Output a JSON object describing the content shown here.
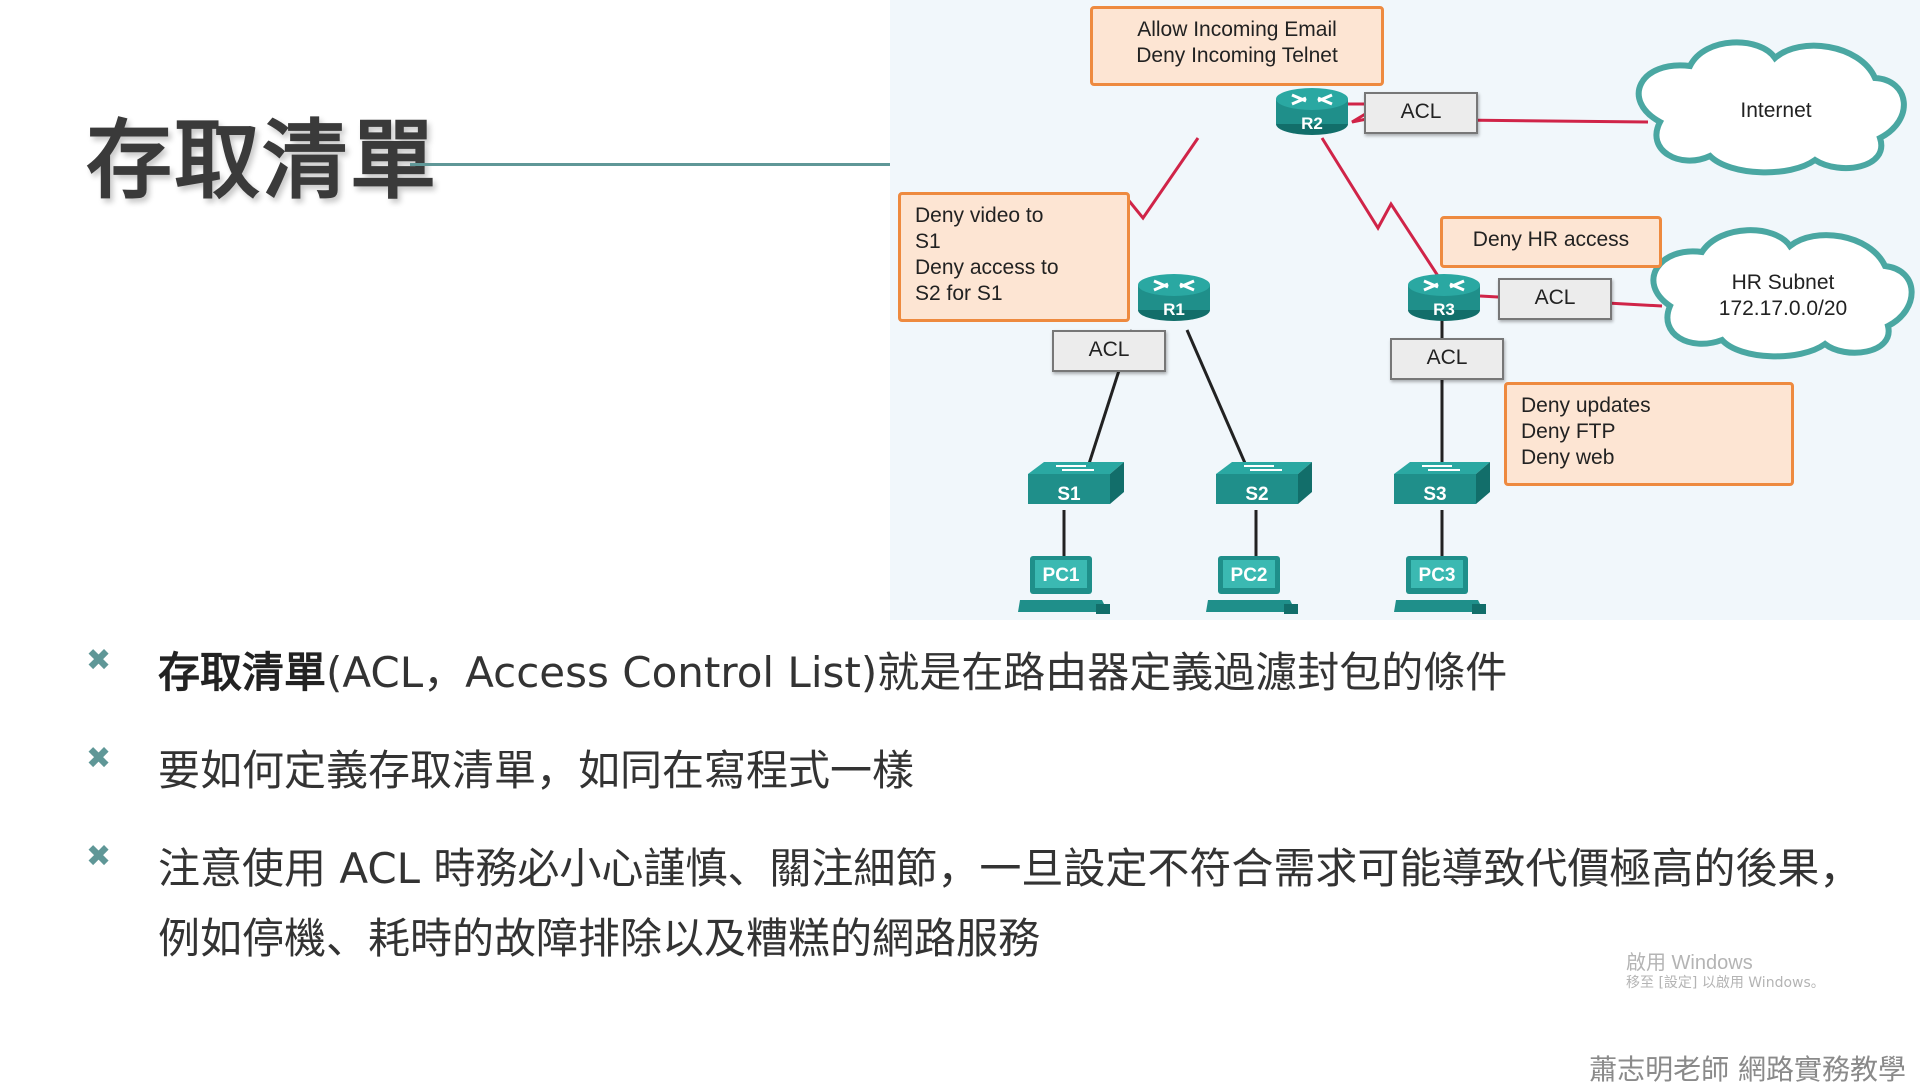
{
  "title": "存取清單",
  "diagram": {
    "notes": {
      "r2": "Allow Incoming Email\nDeny Incoming Telnet",
      "r1": "Deny video to\nS1\nDeny access to\nS2 for S1",
      "r3_hr": "Deny HR access",
      "r3_s3": "Deny updates\nDeny FTP\nDeny web"
    },
    "acl_label": "ACL",
    "clouds": {
      "internet": "Internet",
      "hr_subnet": "HR Subnet\n172.17.0.0/20"
    },
    "routers": [
      "R1",
      "R2",
      "R3"
    ],
    "switches": [
      "S1",
      "S2",
      "S3"
    ],
    "pcs": [
      "PC1",
      "PC2",
      "PC3"
    ],
    "colors": {
      "device": "#1f8f8a",
      "link_red": "#d02448",
      "note_fill": "#fde5d3",
      "note_border": "#ee8a3f",
      "cloud_stroke": "#4aa7a2"
    }
  },
  "bullets": [
    {
      "bold": "存取清單",
      "text": "(ACL，Access Control List)就是在路由器定義過濾封包的條件"
    },
    {
      "bold": "",
      "text": "要如何定義存取清單，如同在寫程式一樣"
    },
    {
      "bold": "",
      "text": "注意使用 ACL 時務必小心謹慎、關注細節，一旦設定不符合需求可能導致代價極高的後果，例如停機、耗時的故障排除以及糟糕的網路服務"
    }
  ],
  "bullet_icon": "x-mark-icon",
  "watermark": {
    "line1": "啟用 Windows",
    "line2": "移至 [設定] 以啟用 Windows。"
  },
  "footer": "蕭志明老師 網路實務教學"
}
